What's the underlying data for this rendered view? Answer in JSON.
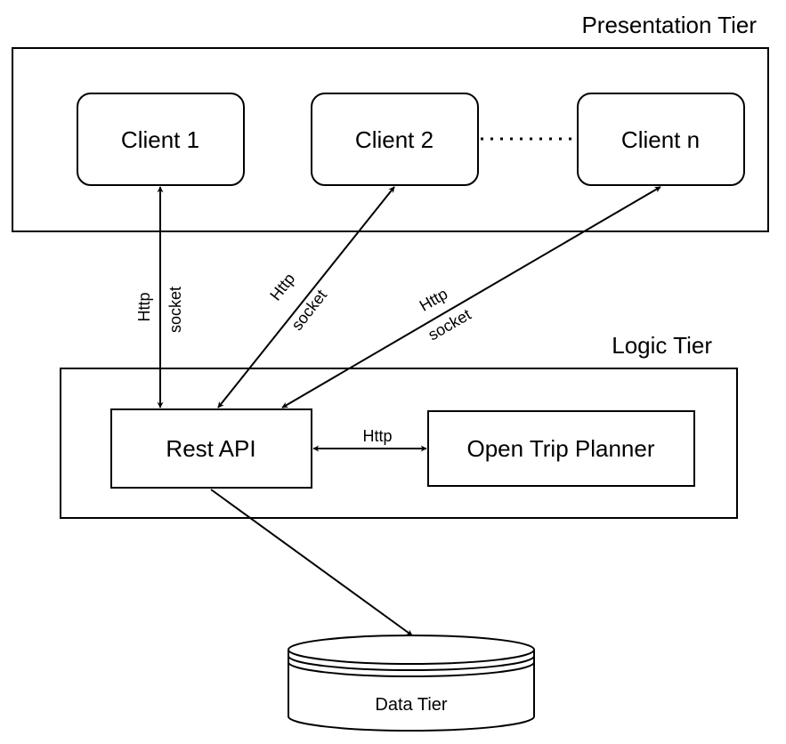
{
  "tiers": {
    "presentation": "Presentation Tier",
    "logic": "Logic Tier",
    "data": "Data Tier"
  },
  "nodes": {
    "client1": "Client 1",
    "client2": "Client 2",
    "clientn": "Client n",
    "rest_api": "Rest API",
    "otp": "Open Trip Planner"
  },
  "edges": {
    "c1_http": "Http",
    "c1_socket": "socket",
    "c2_http": "Http",
    "c2_socket": "socket",
    "cn_http": "Http",
    "cn_socket": "socket",
    "api_otp_http": "Http"
  },
  "colors": {
    "stroke": "#000000",
    "fill": "#ffffff"
  }
}
